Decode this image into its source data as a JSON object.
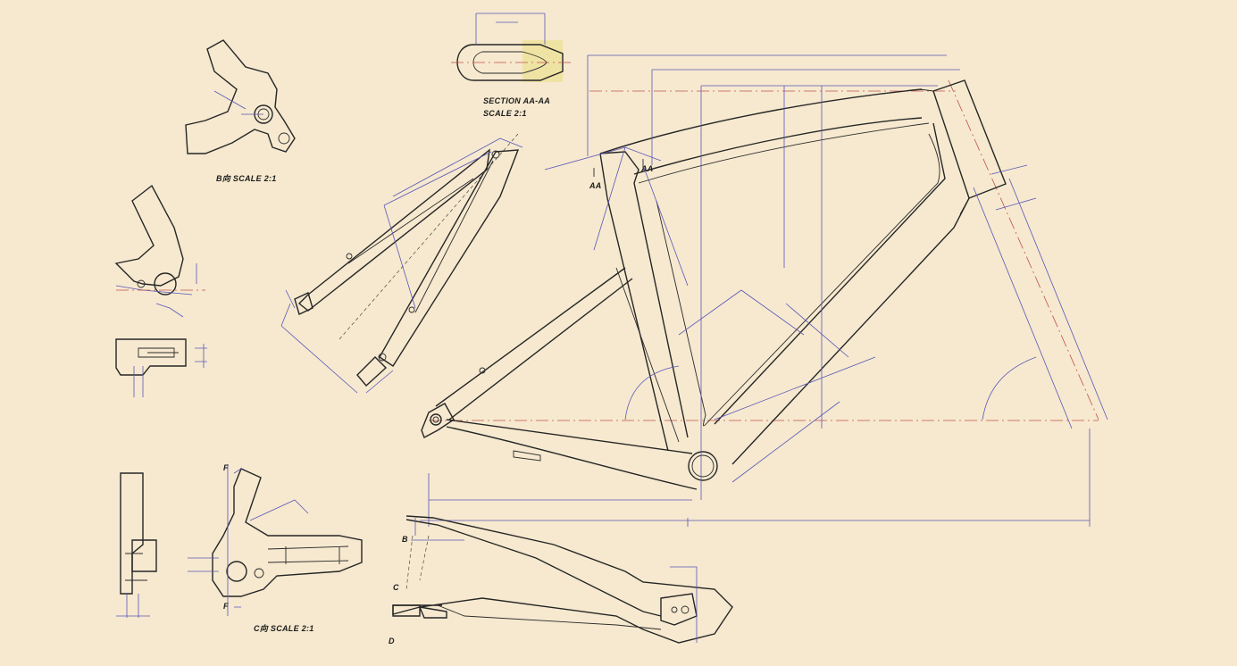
{
  "labels": {
    "section_aa": "SECTION AA-AA",
    "section_scale": "SCALE  2:1",
    "view_b": "B向  SCALE 2:1",
    "view_c": "C向  SCALE 2:1",
    "mark_aa_left": "AA",
    "mark_aa_right": "AA",
    "mark_b": "B",
    "mark_c": "C",
    "mark_d": "D",
    "mark_f_top": "F",
    "mark_f_bottom": "F"
  },
  "colors": {
    "background": "#f6e9cf",
    "outline": "#262626",
    "dimension": "#5a55b8",
    "centerline": "#c0504d",
    "section_fill": "#efe3a4"
  }
}
